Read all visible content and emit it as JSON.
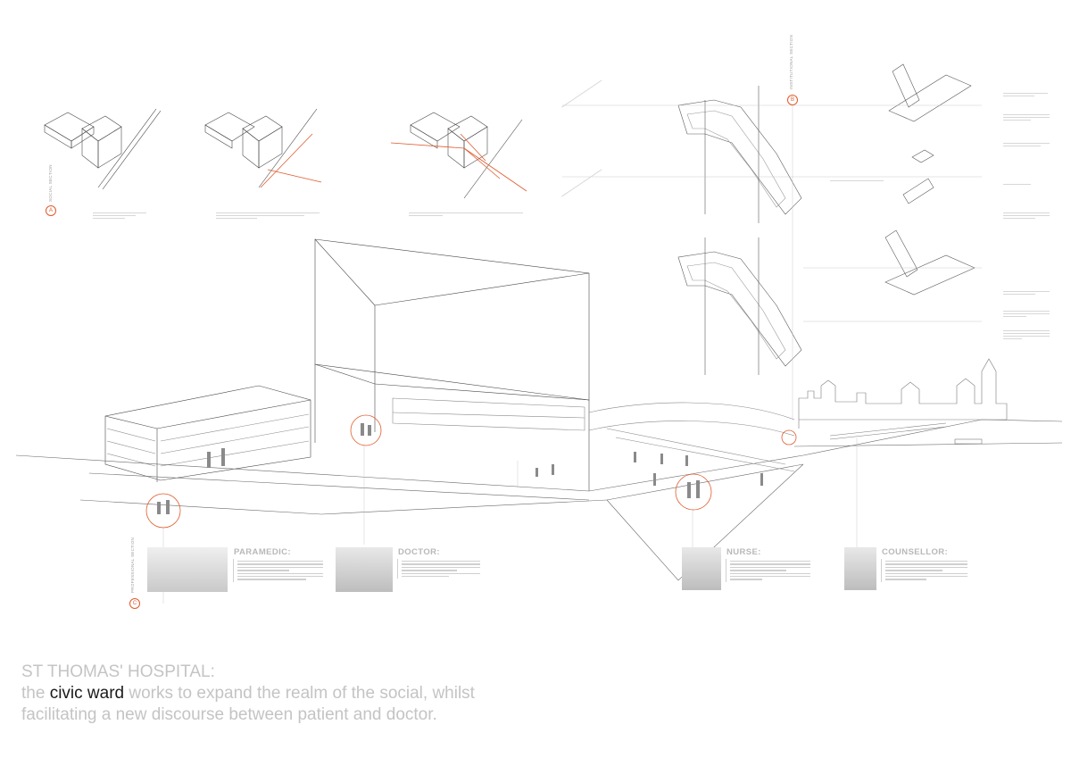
{
  "headline": {
    "title": "ST THOMAS' HOSPITAL:",
    "line1_before": "the ",
    "line1_accent": "civic ward",
    "line1_after": " works to expand the realm of the social, whilst",
    "line2": "facilitating a new discourse between patient and doctor."
  },
  "markers": {
    "a": "A",
    "b": "B",
    "c": "C"
  },
  "section_labels": {
    "a": "SOCIAL SECTION",
    "b": "INSTITUTIONAL SECTION",
    "c": "PROFESSIONAL SECTION"
  },
  "roles": {
    "paramedic": "PARAMEDIC:",
    "doctor": "DOCTOR:",
    "nurse": "NURSE:",
    "counsellor": "COUNSELLOR:"
  },
  "colors": {
    "accent": "#e05a2b",
    "line": "#4a4a4a",
    "title_gray": "#c4c4c4",
    "title_dark": "#1a1a1a"
  }
}
